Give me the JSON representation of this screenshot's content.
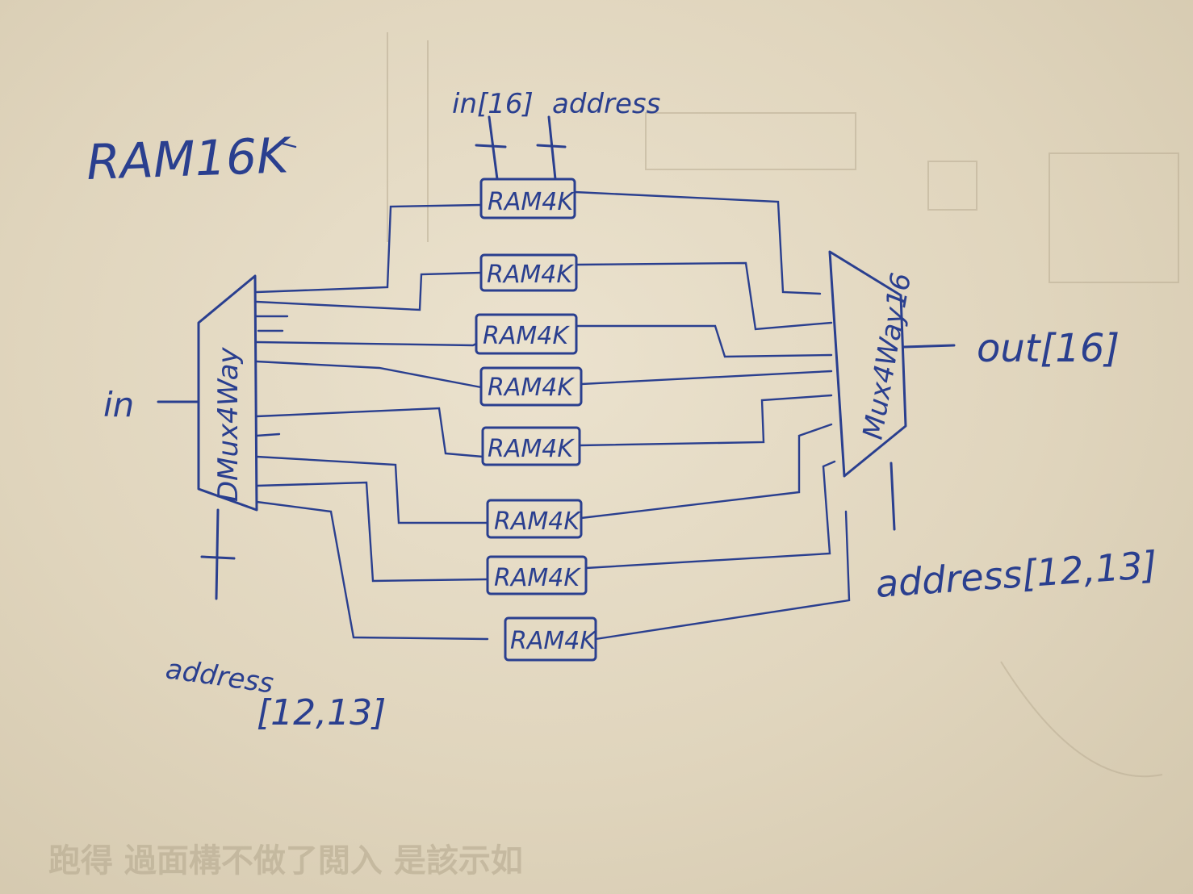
{
  "title": "RAM16K",
  "top_inputs": {
    "in": "in[16]",
    "address": "address"
  },
  "demux": {
    "label": "DMux4Way",
    "input": "in",
    "select": "address",
    "select_range": "[12,13]"
  },
  "rams": [
    "RAM4K",
    "RAM4K",
    "RAM4K",
    "RAM4K",
    "RAM4K",
    "RAM4K",
    "RAM4K",
    "RAM4K"
  ],
  "mux": {
    "label": "Mux4Way16",
    "output": "out[16]",
    "select": "address[12,13]"
  },
  "background_text": "跑得 過面構不做了閲入 是該示如",
  "ink_color": "#2a3f8f"
}
